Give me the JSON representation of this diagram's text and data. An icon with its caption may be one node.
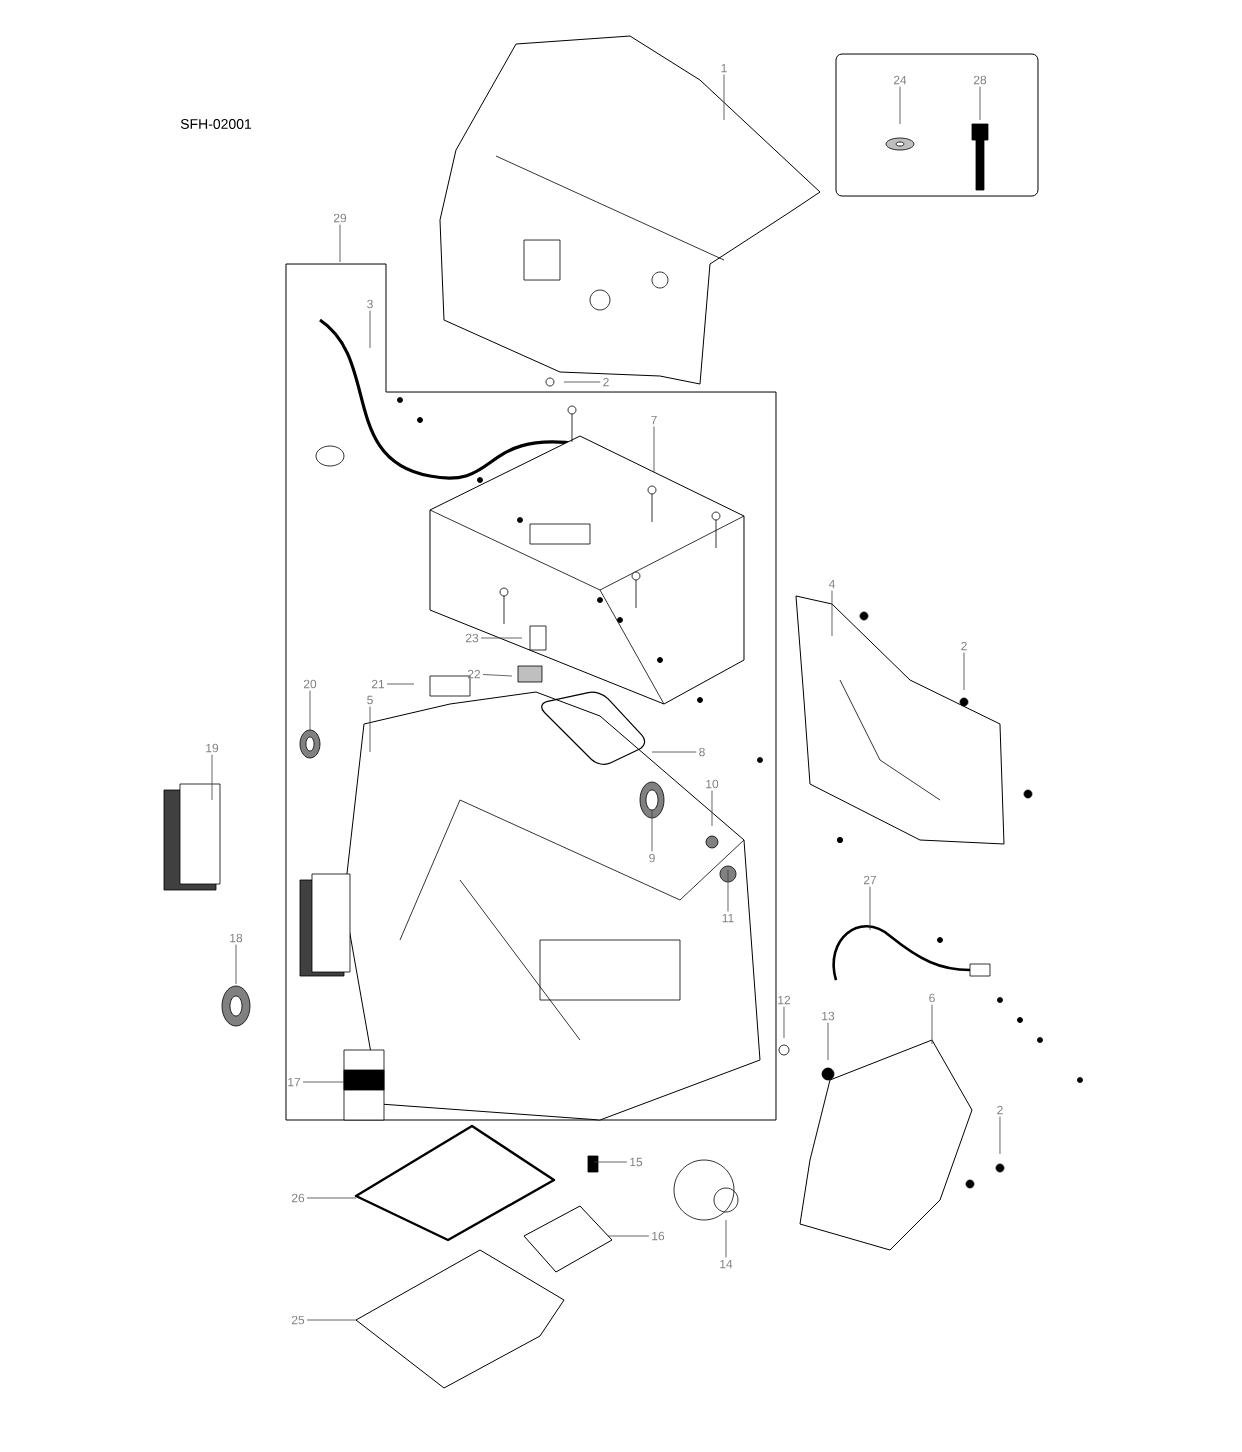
{
  "diagram": {
    "nodes": [
      {
        "text": [
          "1"
        ]
      },
      {
        "text": [
          "24"
        ]
      },
      {
        "text": [
          "28"
        ]
      },
      {
        "text": [
          "29"
        ]
      },
      {
        "text": [
          "3"
        ]
      },
      {
        "text": [
          "2"
        ]
      },
      {
        "text": [
          "7"
        ]
      },
      {
        "text": [
          "4"
        ]
      },
      {
        "text": [
          "23"
        ]
      },
      {
        "text": [
          "22"
        ]
      },
      {
        "text": [
          "2"
        ]
      },
      {
        "text": [
          "21"
        ]
      },
      {
        "text": [
          "20"
        ]
      },
      {
        "text": [
          "5"
        ]
      },
      {
        "text": [
          "19"
        ]
      },
      {
        "text": [
          "8"
        ]
      },
      {
        "text": [
          "10"
        ]
      },
      {
        "text": [
          "9"
        ]
      },
      {
        "text": [
          "11"
        ]
      },
      {
        "text": [
          "18"
        ]
      },
      {
        "text": [
          "27"
        ]
      },
      {
        "text": [
          "12"
        ]
      },
      {
        "text": [
          "13"
        ]
      },
      {
        "text": [
          "6"
        ]
      },
      {
        "text": [
          "2"
        ]
      },
      {
        "text": [
          "17"
        ]
      },
      {
        "text": [
          "15"
        ]
      },
      {
        "text": [
          "26"
        ]
      },
      {
        "text": [
          "16"
        ]
      },
      {
        "text": [
          "14"
        ]
      },
      {
        "text": [
          "25"
        ]
      }
    ],
    "edges": [
      {
        "from": 0,
        "to": null,
        "arrow": "none"
      },
      {
        "from": 1,
        "to": null,
        "arrow": "none"
      },
      {
        "from": 2,
        "to": null,
        "arrow": "none"
      },
      {
        "from": 3,
        "to": null,
        "arrow": "none"
      },
      {
        "from": 4,
        "to": null,
        "arrow": "none"
      },
      {
        "from": 5,
        "to": null,
        "arrow": "none"
      },
      {
        "from": 6,
        "to": null,
        "arrow": "none"
      },
      {
        "from": 7,
        "to": null,
        "arrow": "none"
      },
      {
        "from": 8,
        "to": null,
        "arrow": "none"
      },
      {
        "from": 9,
        "to": null,
        "arrow": "none"
      },
      {
        "from": 10,
        "to": null,
        "arrow": "none"
      },
      {
        "from": 11,
        "to": null,
        "arrow": "none"
      },
      {
        "from": 12,
        "to": null,
        "arrow": "none"
      },
      {
        "from": 13,
        "to": null,
        "arrow": "none"
      },
      {
        "from": 14,
        "to": null,
        "arrow": "none"
      },
      {
        "from": 15,
        "to": null,
        "arrow": "none"
      },
      {
        "from": 16,
        "to": null,
        "arrow": "none"
      },
      {
        "from": 17,
        "to": null,
        "arrow": "none"
      },
      {
        "from": 18,
        "to": null,
        "arrow": "none"
      },
      {
        "from": 19,
        "to": null,
        "arrow": "none"
      },
      {
        "from": 20,
        "to": null,
        "arrow": "none"
      },
      {
        "from": 21,
        "to": null,
        "arrow": "none"
      },
      {
        "from": 22,
        "to": null,
        "arrow": "none"
      },
      {
        "from": 23,
        "to": null,
        "arrow": "none"
      },
      {
        "from": 24,
        "to": null,
        "arrow": "none"
      },
      {
        "from": 25,
        "to": null,
        "arrow": "none"
      },
      {
        "from": 26,
        "to": null,
        "arrow": "none"
      },
      {
        "from": 27,
        "to": null,
        "arrow": "none"
      },
      {
        "from": 28,
        "to": null,
        "arrow": "none"
      },
      {
        "from": 29,
        "to": null,
        "arrow": "none"
      },
      {
        "from": 30,
        "to": null,
        "arrow": "none"
      }
    ],
    "labels": [
      "SFH-02001"
    ]
  }
}
